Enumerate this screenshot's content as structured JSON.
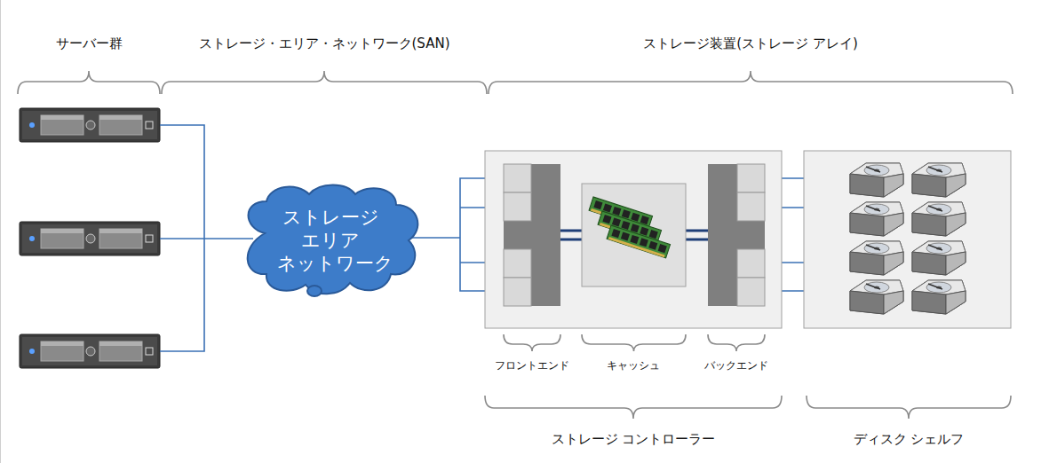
{
  "diagram": {
    "nodes": [
      {
        "text": [
          "ストレージ エリア ネットワーク"
        ]
      }
    ],
    "labels": [
      "サーバー群",
      "ストレージ・エリア・ネットワーク(SAN)",
      "ストレージ装置(ストレージ アレイ)",
      "フロントエンド",
      "キャッシュ",
      "バックエンド",
      "ストレージ コントローラー",
      "ディスク シェルフ"
    ]
  }
}
